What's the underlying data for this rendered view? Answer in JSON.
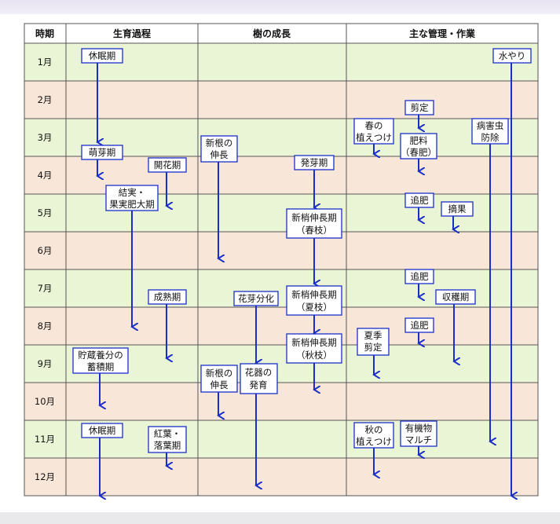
{
  "colors": {
    "green_row": "#eaf5d6",
    "pink_row": "#f8e6d8",
    "header_bg": "#ffffff",
    "grid_line": "#555555",
    "arrow": "#1a2ec8",
    "label_border": "#1a2ec8"
  },
  "headers": {
    "period": "時期",
    "growth": "生育過程",
    "tree": "樹の成長",
    "work": "主な管理・作業"
  },
  "months": [
    "1月",
    "2月",
    "3月",
    "4月",
    "5月",
    "6月",
    "7月",
    "8月",
    "9月",
    "10月",
    "11月",
    "12月"
  ],
  "growth": {
    "dormant_1": "休眠期",
    "sprouting": "萌芽期",
    "flowering": "開花期",
    "fruit_set_1": "結実・",
    "fruit_set_2": "果実肥大期",
    "ripening": "成熟期",
    "storage_1": "貯蔵養分の",
    "storage_2": "蓄積期",
    "dormant_2": "休眠期",
    "autumn_leaves_1": "紅葉・",
    "autumn_leaves_2": "落葉期"
  },
  "tree": {
    "new_root_1a": "新根の",
    "new_root_1b": "伸長",
    "budding": "発芽期",
    "spring_shoot_1": "新梢伸長期",
    "spring_shoot_2": "（春枝）",
    "bud_diff": "花芽分化",
    "summer_shoot_1": "新梢伸長期",
    "summer_shoot_2": "（夏枝）",
    "autumn_shoot_1": "新梢伸長期",
    "autumn_shoot_2": "（秋枝）",
    "new_root_2a": "新根の",
    "new_root_2b": "伸長",
    "organ_1": "花器の",
    "organ_2": "発育"
  },
  "work": {
    "watering": "水やり",
    "pruning": "剪定",
    "spring_plant_1": "春の",
    "spring_plant_2": "植えつけ",
    "fert_spring_1": "肥料",
    "fert_spring_2": "（春肥）",
    "pest_1": "病害虫",
    "pest_2": "防除",
    "topdress_1": "追肥",
    "thinning": "摘果",
    "topdress_2": "追肥",
    "harvest": "収穫期",
    "topdress_3": "追肥",
    "summer_prune_1": "夏季",
    "summer_prune_2": "剪定",
    "autumn_plant_1": "秋の",
    "autumn_plant_2": "植えつけ",
    "mulch_1": "有機物",
    "mulch_2": "マルチ"
  }
}
